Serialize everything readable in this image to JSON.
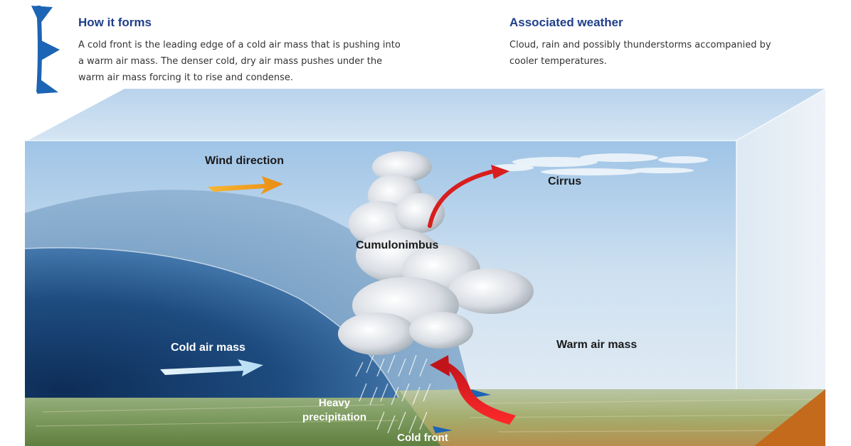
{
  "header": {
    "how_it_forms": {
      "title": "How it forms",
      "lines": [
        "A cold front is the leading edge of a cold air mass that is pushing into",
        "a warm air mass. The denser cold, dry air mass pushes under the",
        "warm air mass forcing it to rise and condense."
      ]
    },
    "associated_weather": {
      "title": "Associated weather",
      "lines": [
        "Cloud, rain and possibly thunderstorms accompanied by",
        "cooler temperatures."
      ]
    }
  },
  "diagram": {
    "labels": {
      "wind_direction": "Wind direction",
      "cirrus": "Cirrus",
      "cumulonimbus": "Cumulonimbus",
      "cold_air_mass": "Cold air mass",
      "warm_air_mass": "Warm air mass",
      "heavy_precipitation_line1": "Heavy",
      "heavy_precipitation_line2": "precipitation",
      "cold_front": "Cold front"
    },
    "icons": [
      "cold-front-symbol-icon",
      "wind-direction-arrow-icon",
      "cold-air-arrow-icon",
      "warm-air-rising-arrow-icon"
    ],
    "colors": {
      "heading": "#1f3f8a",
      "wind_arrow": "#f2a21b",
      "rising_arrow": "#d81e1e",
      "front_symbol": "#1c64b4",
      "cold_air_arrow": "#cfe8f7"
    }
  }
}
